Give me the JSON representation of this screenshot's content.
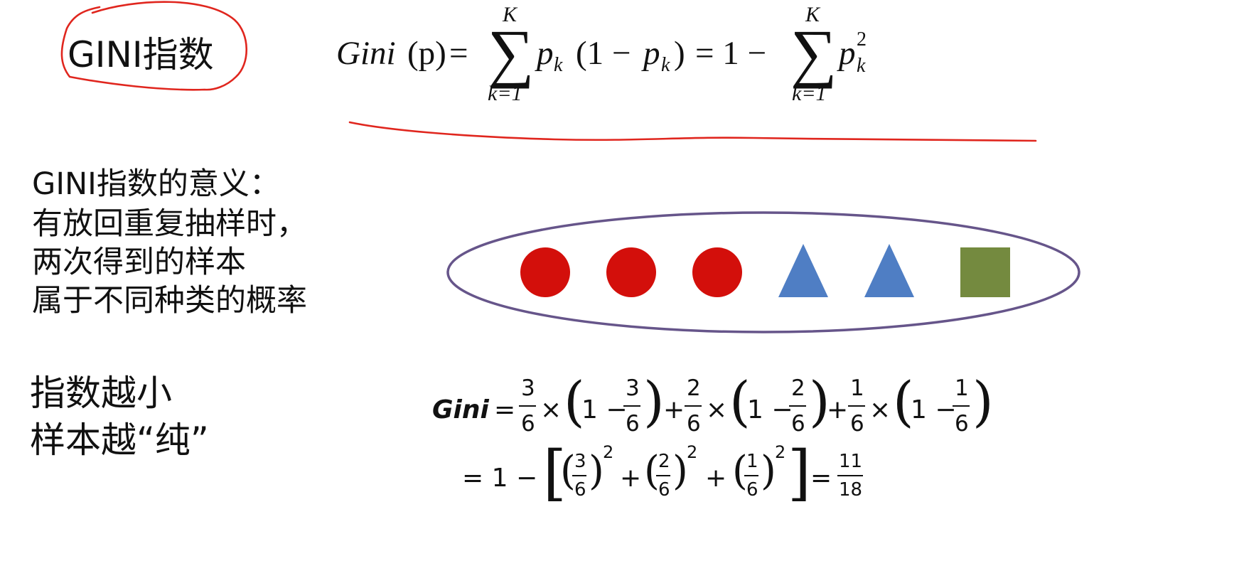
{
  "title": "GINI指数",
  "formula": {
    "func": "Gini",
    "arg": "(p)",
    "eq": "=",
    "sum_upper": "K",
    "sum_lower": "k=1",
    "term1_p": "p",
    "term1_k": "k",
    "term1_mid": "(1 −",
    "term1_p2": "p",
    "term1_k2": "k",
    "term1_close": ")",
    "eq2": "= 1 −",
    "term2_p": "p",
    "term2_sup": "2",
    "term2_sub": "k"
  },
  "meaning": {
    "heading": "GINI指数的意义：",
    "line1": "有放回重复抽样时，",
    "line2": "两次得到的样本",
    "line3": "属于不同种类的概率"
  },
  "conclusion": {
    "line1": "指数越小",
    "line2": "样本越“纯”"
  },
  "calculation": {
    "label": "Gini",
    "eq": "=",
    "times": "×",
    "one_minus": "1 −",
    "plus": "+",
    "fracs": [
      {
        "num": "3",
        "den": "6"
      },
      {
        "num": "2",
        "den": "6"
      },
      {
        "num": "1",
        "den": "6"
      }
    ],
    "line2_prefix": "= 1 −",
    "power": "2",
    "result_eq": "=",
    "result_num": "11",
    "result_den": "18"
  },
  "samples": [
    {
      "shape": "circle",
      "color": "#d30f0b"
    },
    {
      "shape": "circle",
      "color": "#d30f0b"
    },
    {
      "shape": "circle",
      "color": "#d30f0b"
    },
    {
      "shape": "triangle",
      "color": "#4f7ec4"
    },
    {
      "shape": "triangle",
      "color": "#4f7ec4"
    },
    {
      "shape": "square",
      "color": "#748a3f"
    }
  ],
  "colors": {
    "annotation_red": "#e0261e",
    "ellipse_stroke": "#66558a"
  }
}
